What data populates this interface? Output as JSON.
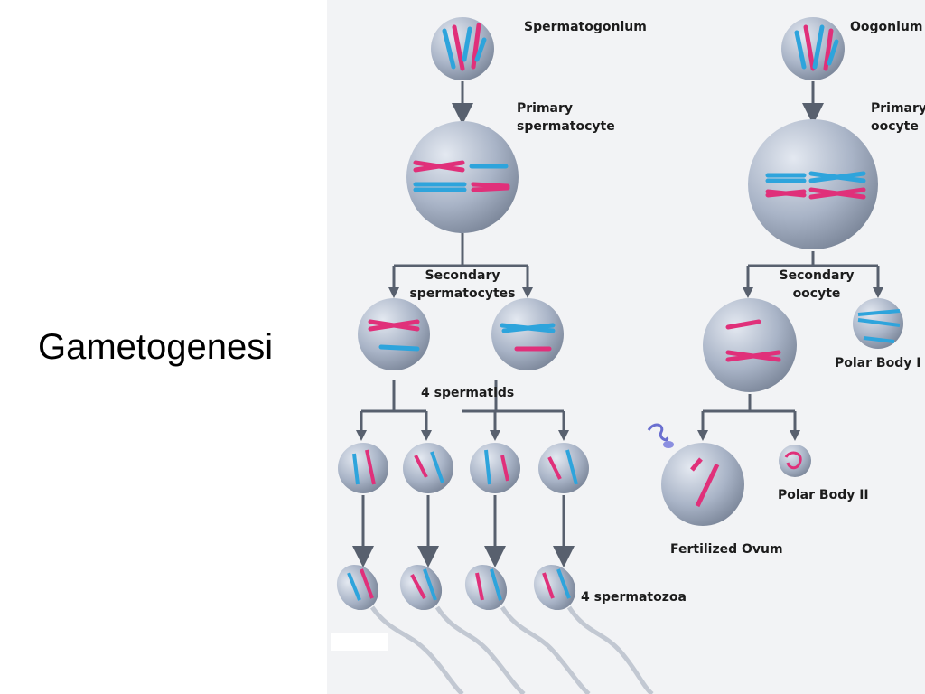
{
  "slide": {
    "title": "Gametogenesi"
  },
  "figure": {
    "labels": {
      "spermatogonium": "Spermatogonium",
      "oogonium": "Oogonium",
      "primary_spermatocyte_line1": "Primary",
      "primary_spermatocyte_line2": "spermatocyte",
      "primary_oocyte_line1": "Primary",
      "primary_oocyte_line2": "oocyte",
      "secondary_spermatocytes_line1": "Secondary",
      "secondary_spermatocytes_line2": "spermatocytes",
      "secondary_oocyte_line1": "Secondary",
      "secondary_oocyte_line2": "oocyte",
      "polar_body_1": "Polar Body I",
      "spermatids": "4 spermatids",
      "polar_body_2": "Polar Body II",
      "fertilized_ovum": "Fertilized Ovum",
      "spermatozoa": "4 spermatozoa"
    },
    "colors": {
      "cell_fill": "#a9b4c7",
      "arrow": "#58606e",
      "maternal": "#e0307a",
      "paternal": "#2ea4dc",
      "background": "#f2f3f5"
    }
  }
}
